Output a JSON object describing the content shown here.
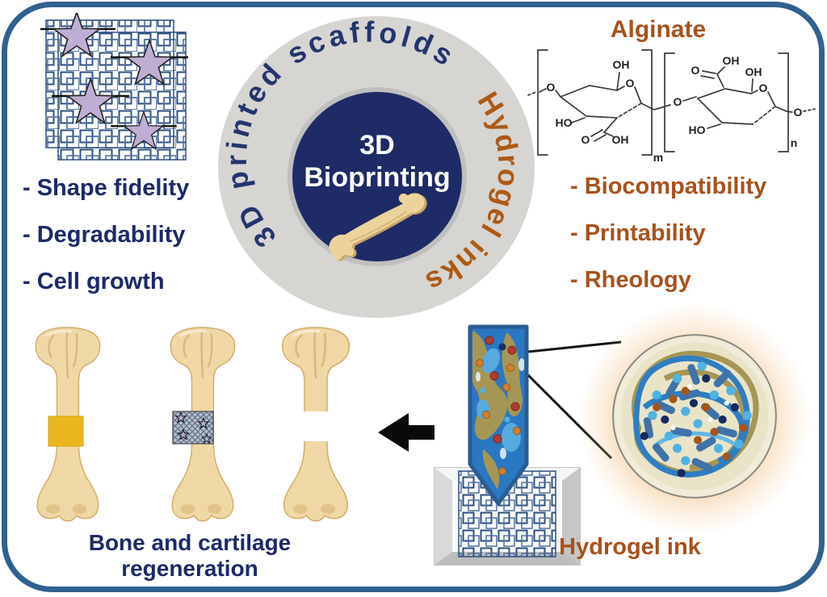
{
  "hub": {
    "ring_left": "3D printed scaffolds",
    "ring_right": "Hydrogel inks",
    "center_line1": "3D",
    "center_line2": "Bioprinting",
    "colors": {
      "ring": "#d6d5d2",
      "center": "#1e2b66",
      "ring_left_text": "#24356e",
      "ring_right_text": "#ad5a15"
    }
  },
  "left_panel": {
    "items": [
      "- Shape fidelity",
      "- Degradability",
      "- Cell growth"
    ],
    "color": "#1c2a6a"
  },
  "right_panel": {
    "title": "Alginate",
    "items": [
      "- Biocompatibility",
      "- Printability",
      "- Rheology"
    ],
    "color": "#a8511d"
  },
  "alginate": {
    "labels": [
      "O",
      "OH",
      "O",
      "HO",
      "O",
      "OH",
      "m",
      "O",
      "O",
      "OH",
      "OH",
      "O",
      "HO",
      "O",
      "n"
    ]
  },
  "captions": {
    "bone_line1": "Bone and cartilage",
    "bone_line2": "regeneration",
    "hydrogel": "Hydrogel ink"
  },
  "frame_color": "#30618f"
}
